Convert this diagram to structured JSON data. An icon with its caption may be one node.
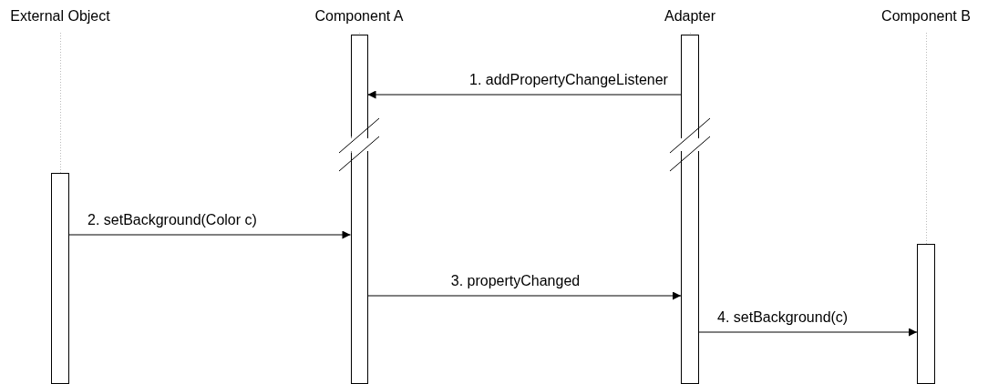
{
  "diagram": {
    "nodes": [
      {
        "text": [
          "External Object"
        ]
      },
      {
        "text": [
          "Component A"
        ]
      },
      {
        "text": [
          "Adapter"
        ]
      },
      {
        "text": [
          "Component B"
        ]
      },
      {
        "text": [],
        "shape": "bar",
        "in": 0
      },
      {
        "text": [],
        "shape": "bar",
        "in": 1
      },
      {
        "text": [],
        "shape": "bar",
        "in": 2
      },
      {
        "text": [],
        "shape": "bar",
        "in": 3
      }
    ],
    "edges": [
      {
        "from": 6,
        "to": 5,
        "arrow": "to",
        "label": "1. addPropertyChangeListener"
      },
      {
        "from": 4,
        "to": 5,
        "arrow": "to",
        "label": "2. setBackground(Color c)"
      },
      {
        "from": 5,
        "to": 6,
        "arrow": "to",
        "label": "3. propertyChanged"
      },
      {
        "from": 6,
        "to": 7,
        "arrow": "to",
        "label": "4. setBackground(c)"
      }
    ]
  }
}
